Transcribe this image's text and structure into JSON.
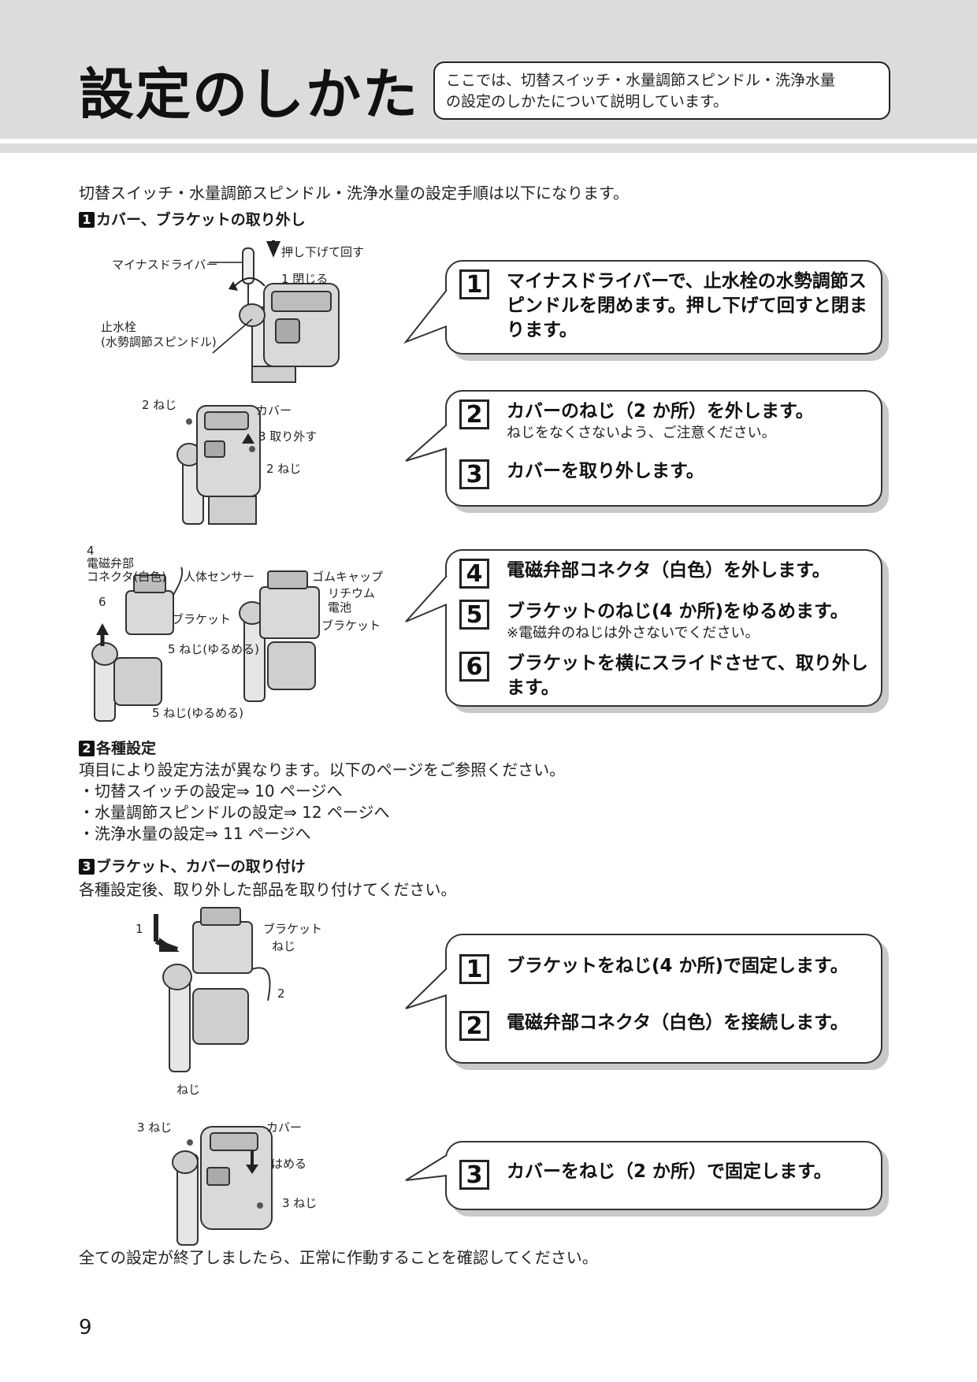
{
  "header": {
    "title": "設定のしかた",
    "intro_line1": "ここでは、切替スイッチ・水量調節スピンドル・洗浄水量",
    "intro_line2": "の設定のしかたについて説明しています。"
  },
  "lead": "切替スイッチ・水量調節スピンドル・洗浄水量の設定手順は以下になります。",
  "section1": {
    "num": "1",
    "title": "カバー、ブラケットの取り外し",
    "labels": {
      "screwdriver": "マイナスドライバー",
      "push_turn": "押し下げて回す",
      "close": "1 閉じる",
      "valve_line1": "止水栓",
      "valve_line2": "(水勢調節スピンドル)",
      "screw2a": "2 ねじ",
      "cover": "カバー",
      "remove3": "3 取り外す",
      "screw2b": "2 ねじ",
      "conn_num": "4",
      "conn_line1": "電磁弁部",
      "conn_line2": "コネクタ(白色)",
      "sensor": "人体センサー",
      "rubber_cap": "ゴムキャップ",
      "battery_line1": "リチウム",
      "battery_line2": "電池",
      "slide6": "6",
      "bracket_a": "ブラケット",
      "bracket_b": "ブラケット",
      "loosen5a": "5 ねじ(ゆるめる)",
      "loosen5b": "5 ねじ(ゆるめる)"
    },
    "steps": [
      {
        "num": "1",
        "text": "マイナスドライバーで、止水栓の水勢調節スピンドルを閉めます。押し下げて回すと閉まります。"
      },
      {
        "num": "2",
        "text": "カバーのねじ（2 か所）を外します。",
        "note": "ねじをなくさないよう、ご注意ください。"
      },
      {
        "num": "3",
        "text": "カバーを取り外します。"
      },
      {
        "num": "4",
        "text": "電磁弁部コネクタ（白色）を外します。"
      },
      {
        "num": "5",
        "text": "ブラケットのねじ(4 か所)をゆるめます。",
        "note": "※電磁弁のねじは外さないでください。"
      },
      {
        "num": "6",
        "text": "ブラケットを横にスライドさせて、取り外します。"
      }
    ]
  },
  "section2": {
    "num": "2",
    "title": "各種設定",
    "desc": "項目により設定方法が異なります。以下のページをご参照ください。",
    "items": [
      "・切替スイッチの設定⇒ 10 ページへ",
      "・水量調節スピンドルの設定⇒ 12 ページへ",
      "・洗浄水量の設定⇒ 11 ページへ"
    ]
  },
  "section3": {
    "num": "3",
    "title": "ブラケット、カバーの取り付け",
    "desc": "各種設定後、取り外した部品を取り付けてください。",
    "labels": {
      "step1": "1",
      "bracket": "ブラケット",
      "screw_top": "ねじ",
      "step2": "2",
      "screw_bottom": "ねじ",
      "screw3a": "3 ねじ",
      "cover": "カバー",
      "fit": "はめる",
      "screw3b": "3 ねじ"
    },
    "steps": [
      {
        "num": "1",
        "text": "ブラケットをねじ(4 か所)で固定します。"
      },
      {
        "num": "2",
        "text": "電磁弁部コネクタ（白色）を接続します。"
      },
      {
        "num": "3",
        "text": "カバーをねじ（2 か所）で固定します。"
      }
    ]
  },
  "closing": "全ての設定が終了しましたら、正常に作動することを確認してください。",
  "page_number": "9"
}
